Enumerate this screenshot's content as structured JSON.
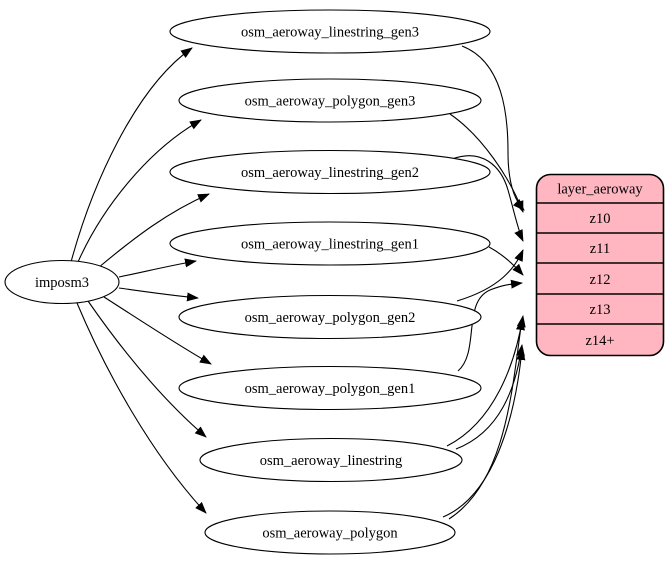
{
  "colors": {
    "background": "#ffffff",
    "table_fill": "#ffffff",
    "record_fill": "#ffb6c1",
    "stroke": "#000000",
    "text": "#000000"
  },
  "source": {
    "label": "imposm3"
  },
  "tables": [
    "osm_aeroway_linestring_gen3",
    "osm_aeroway_polygon_gen3",
    "osm_aeroway_linestring_gen2",
    "osm_aeroway_linestring_gen1",
    "osm_aeroway_polygon_gen2",
    "osm_aeroway_polygon_gen1",
    "osm_aeroway_linestring",
    "osm_aeroway_polygon"
  ],
  "record": {
    "title": "layer_aeroway",
    "rows": [
      "z10",
      "z11",
      "z12",
      "z13",
      "z14+"
    ]
  },
  "edges": [
    {
      "from": "imposm3",
      "to": "osm_aeroway_linestring_gen3"
    },
    {
      "from": "imposm3",
      "to": "osm_aeroway_polygon_gen3"
    },
    {
      "from": "imposm3",
      "to": "osm_aeroway_linestring_gen2"
    },
    {
      "from": "imposm3",
      "to": "osm_aeroway_linestring_gen1"
    },
    {
      "from": "imposm3",
      "to": "osm_aeroway_polygon_gen2"
    },
    {
      "from": "imposm3",
      "to": "osm_aeroway_polygon_gen1"
    },
    {
      "from": "imposm3",
      "to": "osm_aeroway_linestring"
    },
    {
      "from": "imposm3",
      "to": "osm_aeroway_polygon"
    },
    {
      "from": "osm_aeroway_linestring_gen3",
      "to": "z10"
    },
    {
      "from": "osm_aeroway_polygon_gen3",
      "to": "z10"
    },
    {
      "from": "osm_aeroway_linestring_gen2",
      "to": "z11"
    },
    {
      "from": "osm_aeroway_polygon_gen2",
      "to": "z11"
    },
    {
      "from": "osm_aeroway_linestring_gen1",
      "to": "z12"
    },
    {
      "from": "osm_aeroway_polygon_gen1",
      "to": "z12"
    },
    {
      "from": "osm_aeroway_linestring",
      "to": "z13"
    },
    {
      "from": "osm_aeroway_polygon",
      "to": "z13"
    },
    {
      "from": "osm_aeroway_linestring",
      "to": "z14+"
    },
    {
      "from": "osm_aeroway_polygon",
      "to": "z14+"
    }
  ]
}
